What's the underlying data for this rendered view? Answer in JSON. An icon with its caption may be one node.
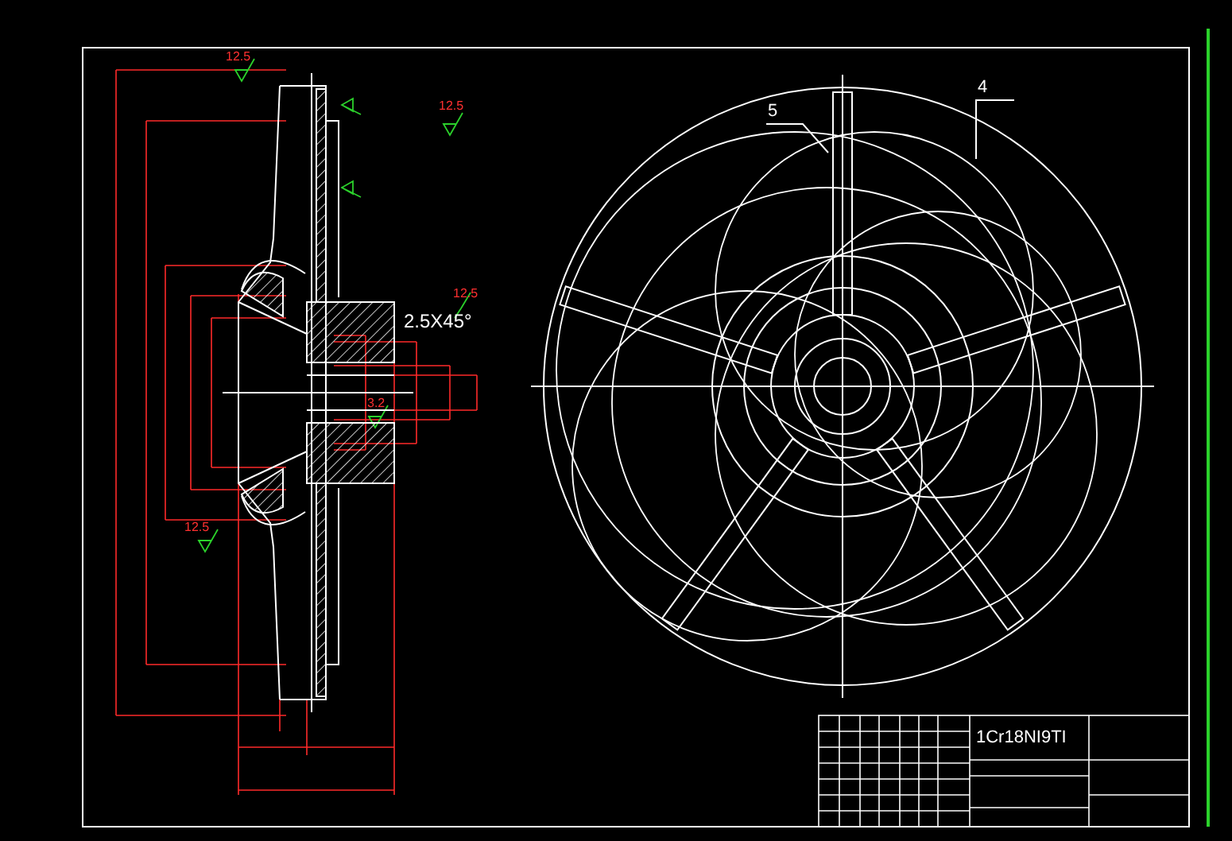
{
  "diagram": {
    "nodes": [
      {
        "text": [
          "5"
        ]
      },
      {
        "text": [
          "4"
        ]
      }
    ],
    "edges": [
      {
        "from": 0,
        "to": null,
        "arrow": "none"
      },
      {
        "from": 1,
        "to": null,
        "arrow": "none"
      }
    ],
    "labels": [
      "12.5",
      "12.5",
      "12.5",
      "2.5X45°",
      "12.5",
      "3.2",
      "1Cr18NI9TI"
    ]
  }
}
